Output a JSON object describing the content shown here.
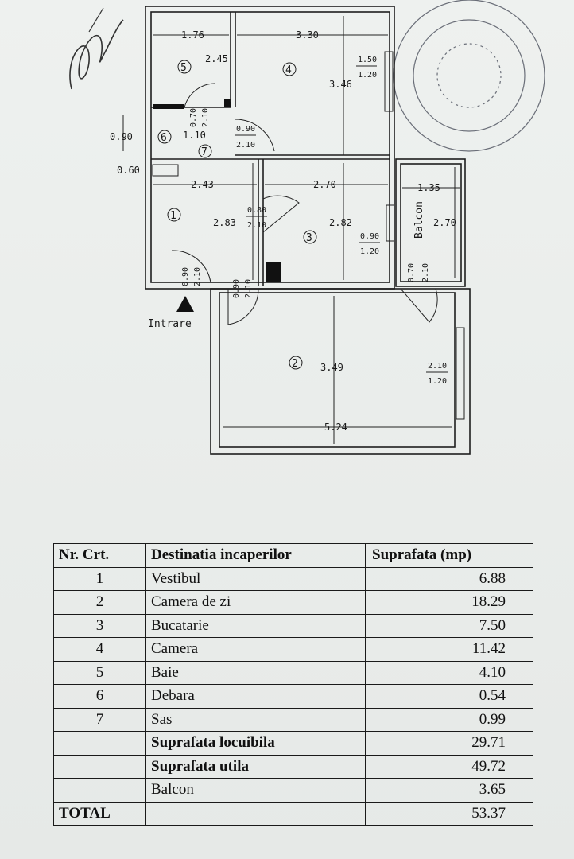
{
  "plan": {
    "rooms": [
      {
        "num": "1"
      },
      {
        "num": "2"
      },
      {
        "num": "3"
      },
      {
        "num": "4"
      },
      {
        "num": "5"
      },
      {
        "num": "6"
      },
      {
        "num": "7"
      }
    ],
    "dims": {
      "d176": "1.76",
      "d330": "3.30",
      "d245": "2.45",
      "d346": "3.46",
      "w4_top": "1.50",
      "w4_bot": "1.20",
      "d070": "0.70",
      "d210a": "2.10",
      "d090v": "0.90",
      "d110": "1.10",
      "d090b": "0.90",
      "d210b": "2.10",
      "d060": "0.60",
      "d243": "2.43",
      "d270": "2.70",
      "d135": "1.35",
      "d080": "0.80",
      "d210c": "2.10",
      "d283": "2.83",
      "d282": "2.82",
      "w3_top": "0.90",
      "w3_bot": "1.20",
      "balcon_h": "2.70",
      "d090e": "0.90",
      "d210e": "2.10",
      "d090f": "0.90",
      "d210f": "2.10",
      "d070b": "0.70",
      "d210g": "2.10",
      "d349": "3.49",
      "w2_top": "2.10",
      "w2_bot": "1.20",
      "d524": "5.24"
    },
    "balcon_label": "Balcon",
    "entrance_label": "Intrare"
  },
  "table": {
    "headers": [
      "Nr. Crt.",
      "Destinatia incaperilor",
      "Suprafata (mp)"
    ],
    "rows": [
      {
        "nr": "1",
        "name": "Vestibul",
        "area": "6.88"
      },
      {
        "nr": "2",
        "name": "Camera de zi",
        "area": "18.29"
      },
      {
        "nr": "3",
        "name": "Bucatarie",
        "area": "7.50"
      },
      {
        "nr": "4",
        "name": "Camera",
        "area": "11.42"
      },
      {
        "nr": "5",
        "name": "Baie",
        "area": "4.10"
      },
      {
        "nr": "6",
        "name": "Debara",
        "area": "0.54"
      },
      {
        "nr": "7",
        "name": "Sas",
        "area": "0.99"
      }
    ],
    "summary": [
      {
        "name": "Suprafata locuibila",
        "area": "29.71"
      },
      {
        "name": "Suprafata utila",
        "area": "49.72"
      },
      {
        "name": "Balcon",
        "area": "3.65"
      }
    ],
    "total_label": "TOTAL",
    "total_area": "53.37"
  }
}
